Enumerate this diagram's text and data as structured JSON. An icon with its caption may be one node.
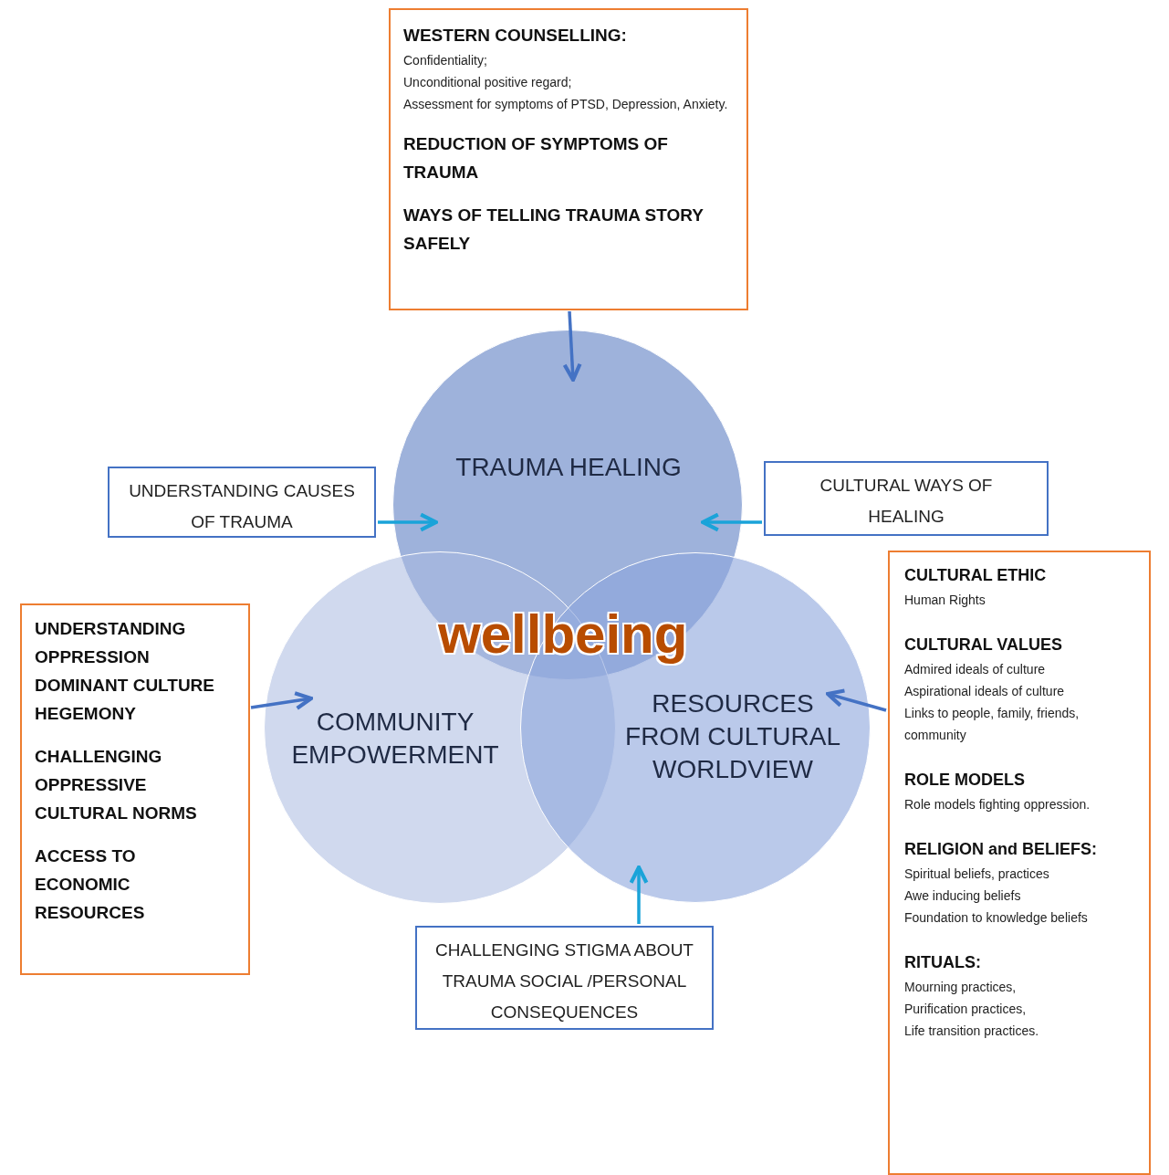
{
  "diagram": {
    "nodes": [
      {
        "text": [
          "WESTERN COUNSELLING:",
          "Confidentiality;",
          "Unconditional positive regard;",
          "Assessment for symptoms of PTSD, Depression, Anxiety.",
          "REDUCTION OF SYMPTOMS OF TRAUMA",
          "WAYS OF TELLING TRAUMA STORY SAFELY"
        ]
      },
      {
        "text": [
          "TRAUMA HEALING"
        ]
      },
      {
        "text": [
          "COMMUNITY EMPOWERMENT"
        ]
      },
      {
        "text": [
          "RESOURCES FROM CULTURAL WORLDVIEW"
        ]
      },
      {
        "text": [
          "UNDERSTANDING CAUSES OF TRAUMA"
        ]
      },
      {
        "text": [
          "CULTURAL WAYS OF HEALING"
        ]
      },
      {
        "text": [
          "UNDERSTANDING OPPRESSION DOMINANT CULTURE HEGEMONY",
          "CHALLENGING OPPRESSIVE CULTURAL NORMS",
          "ACCESS TO ECONOMIC RESOURCES"
        ]
      },
      {
        "text": [
          "CULTURAL ETHIC",
          "Human Rights",
          "CULTURAL VALUES",
          "Admired ideals of culture",
          "Aspirational ideals of culture",
          "Links to people, family, friends, community",
          "ROLE MODELS",
          "Role models fighting oppression.",
          "RELIGION and BELIEFS:",
          "Spiritual beliefs, practices",
          "Awe inducing beliefs",
          "Foundation to knowledge beliefs",
          "RITUALS:",
          "Mourning practices,",
          "Purification practices,",
          "Life transition practices."
        ]
      },
      {
        "text": [
          "CHALLENGING STIGMA ABOUT TRAUMA SOCIAL /PERSONAL CONSEQUENCES"
        ]
      }
    ],
    "edges": [
      {
        "from": 0,
        "to": 1,
        "arrow": "to",
        "color": "#4472c4"
      },
      {
        "from": 4,
        "to": 1,
        "arrow": "to",
        "color": "#1aa3d9"
      },
      {
        "from": 5,
        "to": 1,
        "arrow": "to",
        "color": "#1aa3d9"
      },
      {
        "from": 6,
        "to": 2,
        "arrow": "to",
        "color": "#4472c4"
      },
      {
        "from": 7,
        "to": 3,
        "arrow": "to",
        "color": "#4472c4"
      },
      {
        "from": 8,
        "to": 3,
        "arrow": "to",
        "color": "#1aa3d9"
      }
    ],
    "labels": [
      "wellbeing"
    ]
  }
}
